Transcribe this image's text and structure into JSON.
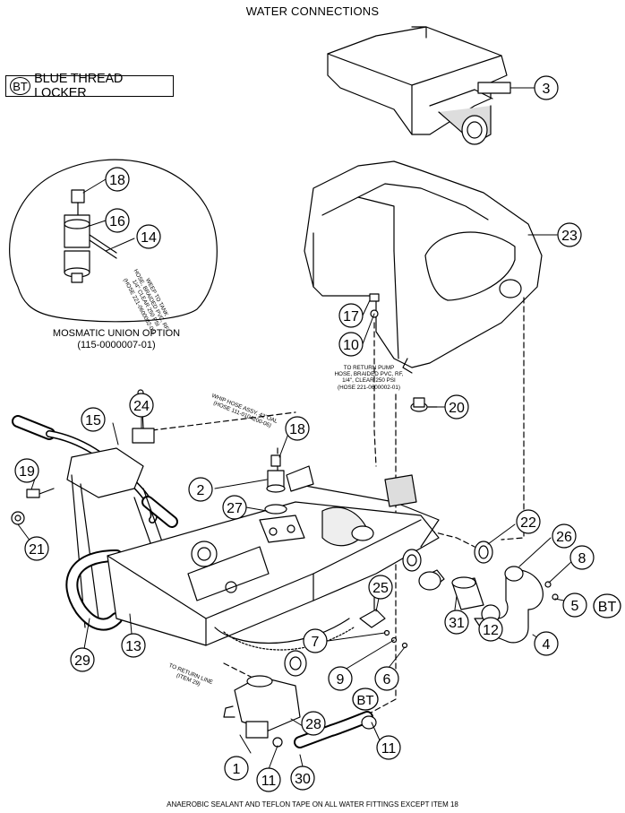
{
  "title": "WATER CONNECTIONS",
  "legend": {
    "symbol": "BT",
    "text": "BLUE THREAD LOCKER"
  },
  "inset_caption": {
    "line1": "MOSMATIC UNION OPTION",
    "line2": "(115-0000007-01)"
  },
  "notes": {
    "weep": [
      "WEEP TO TANK",
      "HOSE, BRAIDED PVC, RF,",
      "1/4\" CLEAR 250 PSI",
      "(HOSE 221-0600002-01)"
    ],
    "whip": [
      "WHIP HOSE ASSY, 42\"OAL",
      "(HOSE 111-0104200-06)"
    ],
    "return_pump": [
      "TO RETURN PUMP",
      "HOSE, BRAIDED PVC, RF,",
      "1/4\", CLEAR 250 PSI",
      "(HOSE 221-0600002-01)"
    ],
    "return_line": [
      "TO RETURN LINE",
      "(ITEM 29)"
    ]
  },
  "callouts": [
    "3",
    "23",
    "18",
    "16",
    "14",
    "17",
    "10",
    "20",
    "24",
    "15",
    "18",
    "2",
    "27",
    "19",
    "21",
    "22",
    "26",
    "8",
    "5",
    "25",
    "7",
    "9",
    "6",
    "31",
    "12",
    "4",
    "29",
    "13",
    "28",
    "11",
    "1",
    "11",
    "30"
  ],
  "bt_marks": [
    "BT",
    "BT"
  ],
  "footnote": "ANAEROBIC SEALANT AND TEFLON TAPE ON ALL WATER FITTINGS EXCEPT ITEM 18"
}
